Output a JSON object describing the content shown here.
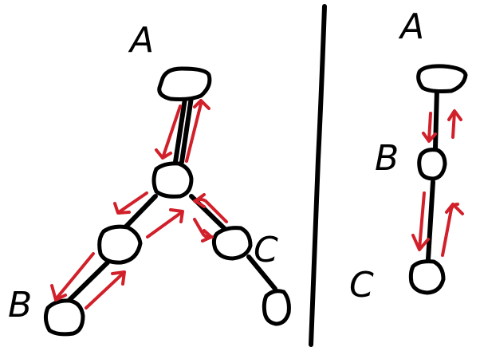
{
  "colors": {
    "ink": "#000000",
    "arrow": "#d1202a",
    "background": "#ffffff"
  },
  "left_diagram": {
    "root_label": "A",
    "leaf_left_label": "B",
    "leaf_right_label": "C"
  },
  "right_diagram": {
    "root_label": "A",
    "middle_label": "B",
    "bottom_label": "C"
  }
}
